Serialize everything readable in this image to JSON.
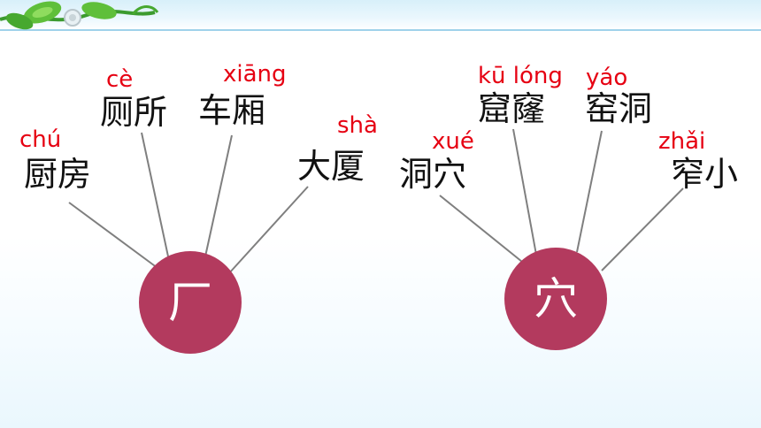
{
  "colors": {
    "pinyin": "#e60012",
    "word": "#111111",
    "hub_fill": "#b33a5e",
    "line": "#7f7f7f"
  },
  "decor": {
    "icon": "vine-leaf-icon"
  },
  "groups": [
    {
      "radical": "厂",
      "words": [
        {
          "pinyin": "chú",
          "text": "厨房"
        },
        {
          "pinyin": "cè",
          "text": "厕所"
        },
        {
          "pinyin": "xiāng",
          "text": "车厢"
        },
        {
          "pinyin": "shà",
          "text": "大厦"
        }
      ]
    },
    {
      "radical": "穴",
      "words": [
        {
          "pinyin": "xué",
          "text": "洞穴"
        },
        {
          "pinyin": "kū lóng",
          "text": "窟窿"
        },
        {
          "pinyin": "yáo",
          "text": "窑洞"
        },
        {
          "pinyin": "zhǎi",
          "text": "窄小"
        }
      ]
    }
  ]
}
